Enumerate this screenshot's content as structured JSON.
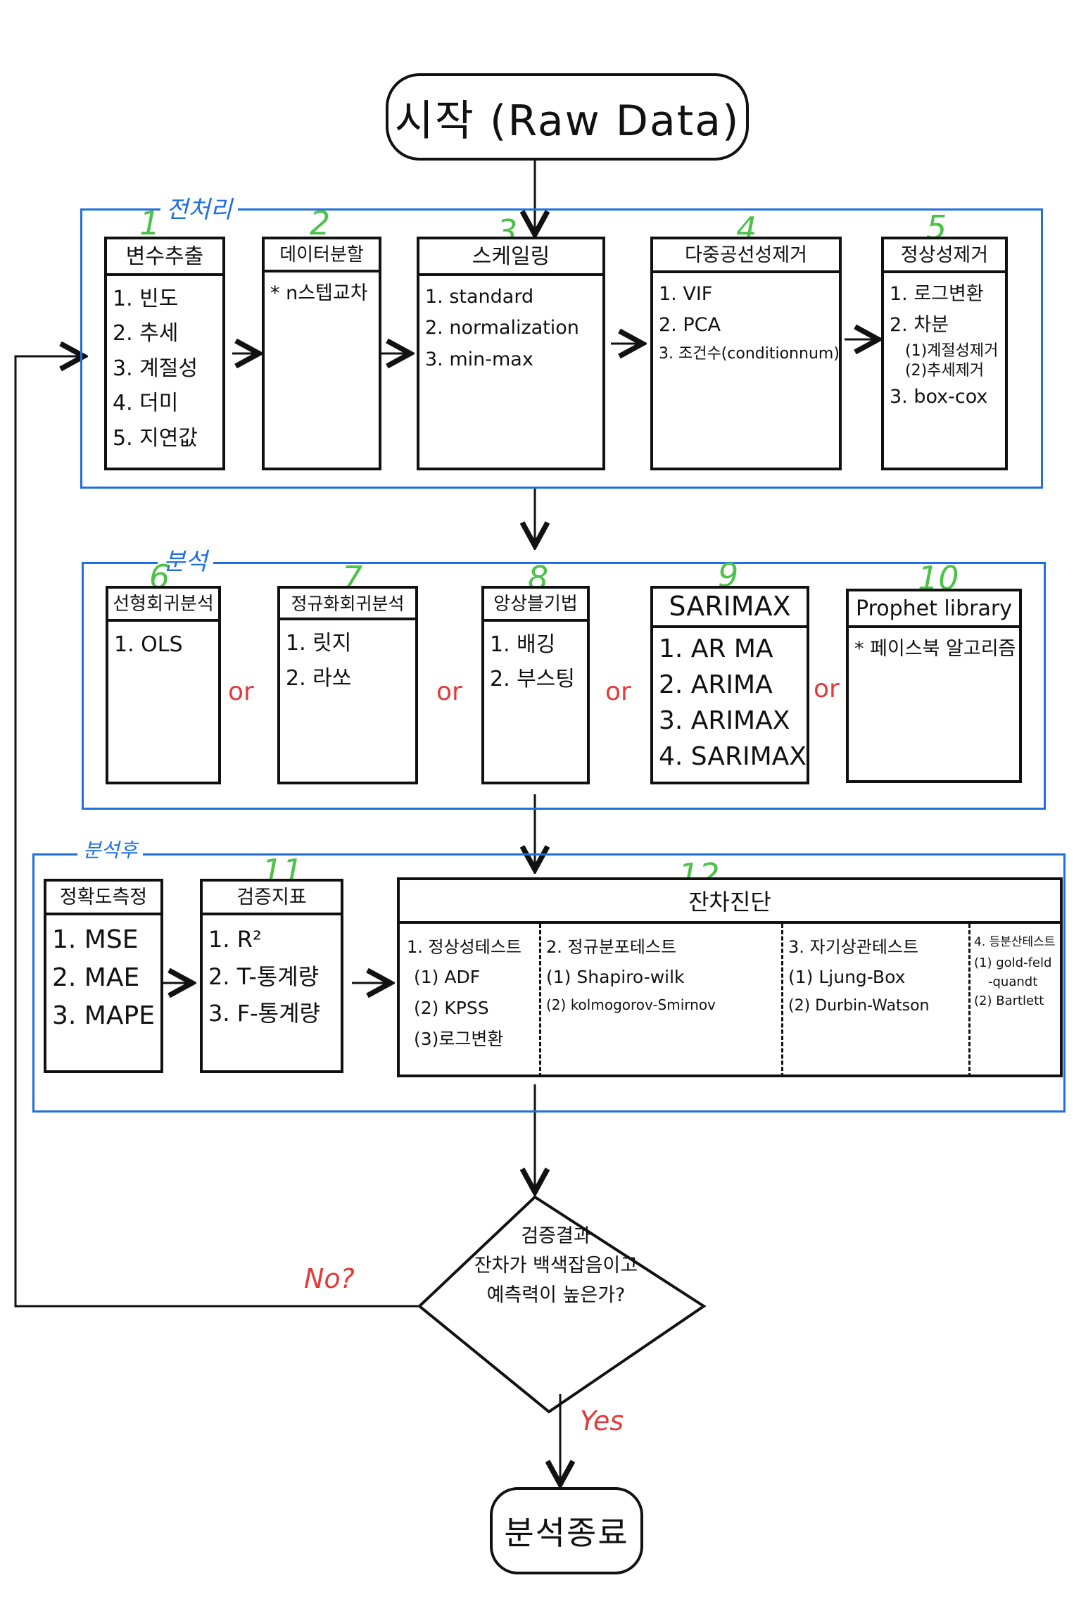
{
  "start": "시작 (Raw Data)",
  "end": "분석종료",
  "sections": {
    "preprocessing": "전처리",
    "analysis": "분석",
    "post_analysis": "분석후"
  },
  "steps": [
    {
      "num": "1",
      "title": "변수추출",
      "items": [
        "1. 빈도",
        "2. 추세",
        "3. 계절성",
        "4. 더미",
        "5. 지연값"
      ]
    },
    {
      "num": "2",
      "title": "데이터분할",
      "items": [
        "* n스텝교차"
      ]
    },
    {
      "num": "3",
      "title": "스케일링",
      "items": [
        "1. standard",
        "2. normalization",
        "3. min-max"
      ]
    },
    {
      "num": "4",
      "title": "다중공선성제거",
      "items": [
        "1. VIF",
        "2. PCA",
        "3. 조건수(conditionnum)"
      ]
    },
    {
      "num": "5",
      "title": "정상성제거",
      "items": [
        "1. 로그변환",
        "2. 차분",
        "(1)계절성제거",
        "(2)추세제거",
        "3. box-cox"
      ]
    },
    {
      "num": "6",
      "title": "선형회귀분석",
      "items": [
        "1. OLS"
      ]
    },
    {
      "num": "7",
      "title": "정규화회귀분석",
      "items": [
        "1. 릿지",
        "2. 라쏘"
      ]
    },
    {
      "num": "8",
      "title": "앙상블기법",
      "items": [
        "1. 배깅",
        "2. 부스팅"
      ]
    },
    {
      "num": "9",
      "title": "SARIMAX",
      "items": [
        "1. AR MA",
        "2. ARIMA",
        "3. ARIMAX",
        "4. SARIMAX"
      ]
    },
    {
      "num": "10",
      "title": "Prophet library",
      "items": [
        "* 페이스북 알고리즘"
      ]
    },
    {
      "num": "",
      "title": "정확도측정",
      "items": [
        "1. MSE",
        "2. MAE",
        "3. MAPE"
      ]
    },
    {
      "num": "11",
      "title": "검증지표",
      "items": [
        "1. R²",
        "2. T-통계량",
        "3. F-통계량"
      ]
    }
  ],
  "or_label": "or",
  "residual": {
    "num": "12",
    "title": "잔차진단",
    "columns": [
      {
        "title": "1. 정상성테스트",
        "items": [
          "(1) ADF",
          "(2) KPSS",
          "(3)로그변환"
        ]
      },
      {
        "title": "2. 정규분포테스트",
        "items": [
          "(1) Shapiro-wilk",
          "(2) kolmogorov-Smirnov"
        ]
      },
      {
        "title": "3. 자기상관테스트",
        "items": [
          "(1) Ljung-Box",
          "(2) Durbin-Watson"
        ]
      },
      {
        "title": "4. 등분산테스트",
        "items": [
          "(1) gold-feld",
          "-quandt",
          "(2) Bartlett"
        ]
      }
    ]
  },
  "decision": {
    "lines": [
      "검증결과",
      "잔차가 백색잡음이고",
      "예측력이 높은가?"
    ],
    "no": "No?",
    "yes": "Yes"
  },
  "colors": {
    "section": "#1f6fe0",
    "number": "#4cc24a",
    "or": "#e23a3a",
    "ink": "#111111"
  }
}
